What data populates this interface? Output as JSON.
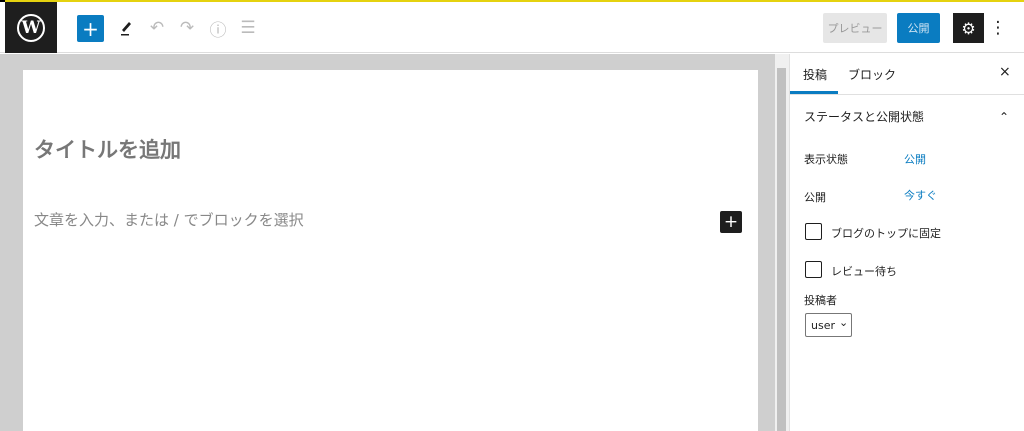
{
  "toolbar": {
    "add_icon": "+",
    "undo_icon": "↶",
    "redo_icon": "↷",
    "info_icon": "ⓘ",
    "list_icon": "☰",
    "preview": "プレビュー",
    "publish": "公開",
    "settings_icon": "⚙",
    "more_icon": "⋮",
    "logo": "W"
  },
  "editor": {
    "title_placeholder": "タイトルを追加",
    "paragraph_placeholder": "文章を入力、または / でブロックを選択",
    "block_add": "+"
  },
  "sidebar": {
    "tabs": [
      "投稿",
      "ブロック"
    ],
    "close": "×",
    "panel_title": "ステータスと公開状態",
    "collapse": "⌃",
    "visibility_label": "表示状態",
    "visibility_value": "公開",
    "publish_label": "公開",
    "publish_value": "今すぐ",
    "sticky_label": "ブログのトップに固定",
    "pending_label": "レビュー待ち",
    "author_label": "投稿者",
    "author_value": "user",
    "chevron": "⌄"
  }
}
